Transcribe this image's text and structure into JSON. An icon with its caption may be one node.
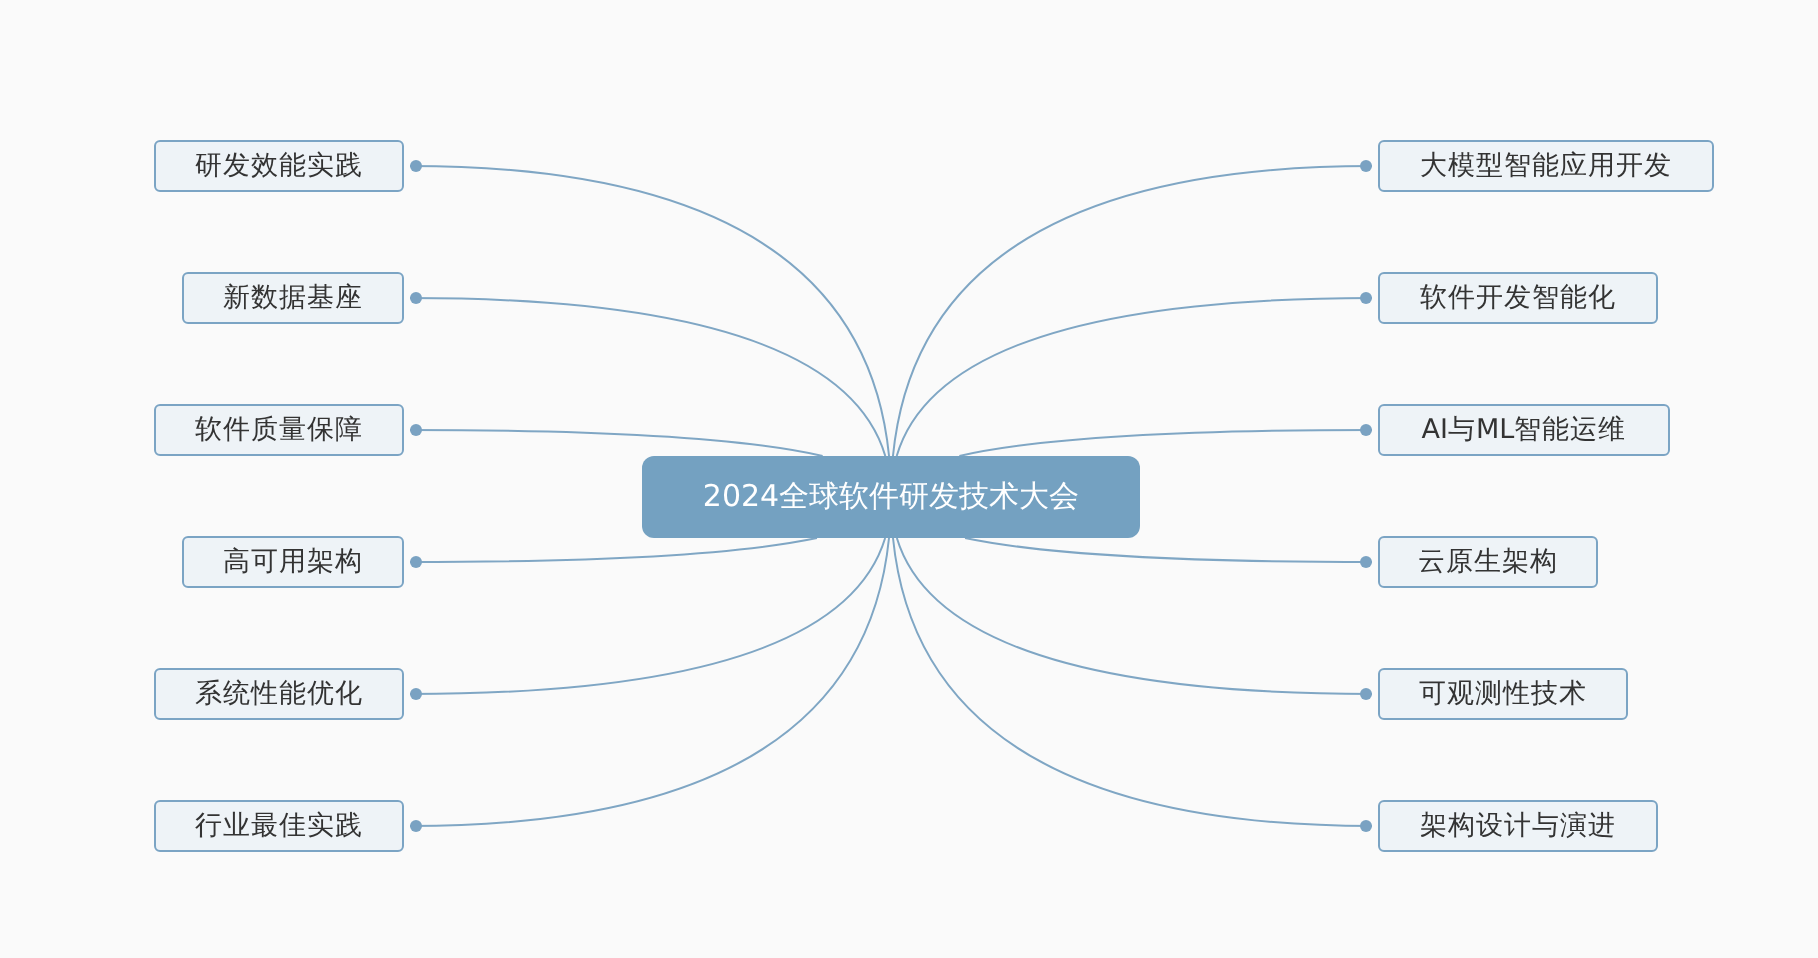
{
  "diagram": {
    "nodes": [
      {
        "text": [
          "2024全球软件研发技术大会"
        ]
      },
      {
        "text": [
          "研发效能实践"
        ]
      },
      {
        "text": [
          "新数据基座"
        ]
      },
      {
        "text": [
          "软件质量保障"
        ]
      },
      {
        "text": [
          "高可用架构"
        ]
      },
      {
        "text": [
          "系统性能优化"
        ]
      },
      {
        "text": [
          "行业最佳实践"
        ]
      },
      {
        "text": [
          "大模型智能应用开发"
        ]
      },
      {
        "text": [
          "软件开发智能化"
        ]
      },
      {
        "text": [
          "AI与ML智能运维"
        ]
      },
      {
        "text": [
          "云原生架构"
        ]
      },
      {
        "text": [
          "可观测性技术"
        ]
      },
      {
        "text": [
          "架构设计与演进"
        ]
      }
    ],
    "edges": [
      {
        "from": 0,
        "to": 1,
        "arrow": "other"
      },
      {
        "from": 0,
        "to": 2,
        "arrow": "other"
      },
      {
        "from": 0,
        "to": 3,
        "arrow": "other"
      },
      {
        "from": 0,
        "to": 4,
        "arrow": "other"
      },
      {
        "from": 0,
        "to": 5,
        "arrow": "other"
      },
      {
        "from": 0,
        "to": 6,
        "arrow": "other"
      },
      {
        "from": 0,
        "to": 7,
        "arrow": "other"
      },
      {
        "from": 0,
        "to": 8,
        "arrow": "other"
      },
      {
        "from": 0,
        "to": 9,
        "arrow": "other"
      },
      {
        "from": 0,
        "to": 10,
        "arrow": "other"
      },
      {
        "from": 0,
        "to": 11,
        "arrow": "other"
      },
      {
        "from": 0,
        "to": 12,
        "arrow": "other"
      }
    ]
  }
}
